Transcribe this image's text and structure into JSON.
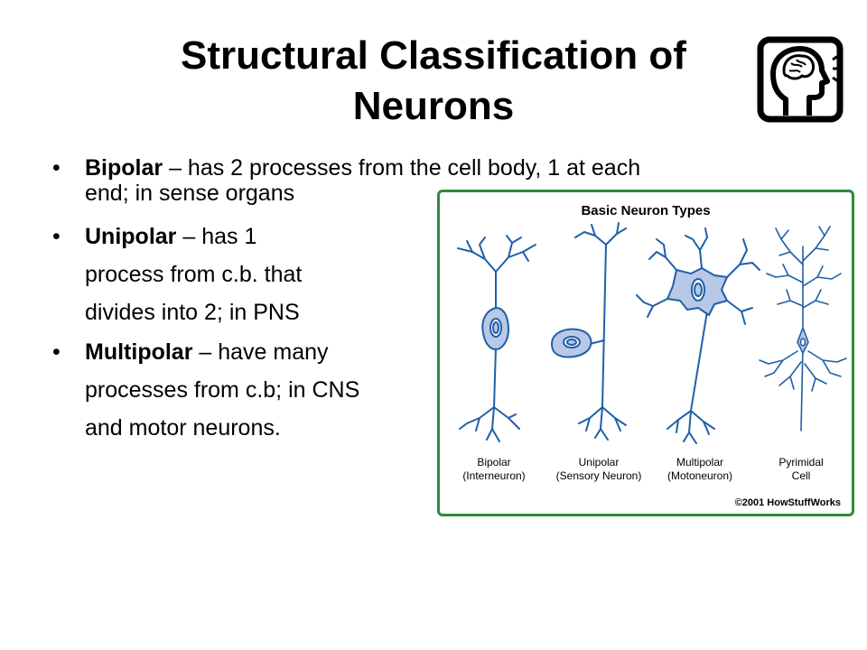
{
  "slide": {
    "title_line1": "Structural Classification of",
    "title_line2": "Neurons",
    "logo_icon": "head-brain-icon"
  },
  "bullets": [
    {
      "bullet": "•",
      "term": "Bipolar",
      "line1": " – has 2 processes from the cell body, 1 at each",
      "line2": "end; in sense organs"
    },
    {
      "bullet": "•",
      "term": "Unipolar",
      "line1": " – has 1",
      "line2": "process from c.b. that",
      "line3": "divides into 2; in PNS"
    },
    {
      "bullet": "•",
      "term": "Multipolar",
      "line1": " – have many",
      "line2": "processes from c.b; in CNS",
      "line3": "and motor neurons."
    }
  ],
  "figure": {
    "title": "Basic Neuron Types",
    "labels": [
      {
        "line1": "Bipolar",
        "line2": "(Interneuron)"
      },
      {
        "line1": "Unipolar",
        "line2": "(Sensory Neuron)"
      },
      {
        "line1": "Multipolar",
        "line2": "(Motoneuron)"
      },
      {
        "line1": "Pyrimidal",
        "line2": "Cell"
      }
    ],
    "credit": "©2001 HowStuffWorks",
    "border_color": "#2e8b3a",
    "neuron_color": "#1f5fa8",
    "cell_fill": "#b9c8e6"
  }
}
